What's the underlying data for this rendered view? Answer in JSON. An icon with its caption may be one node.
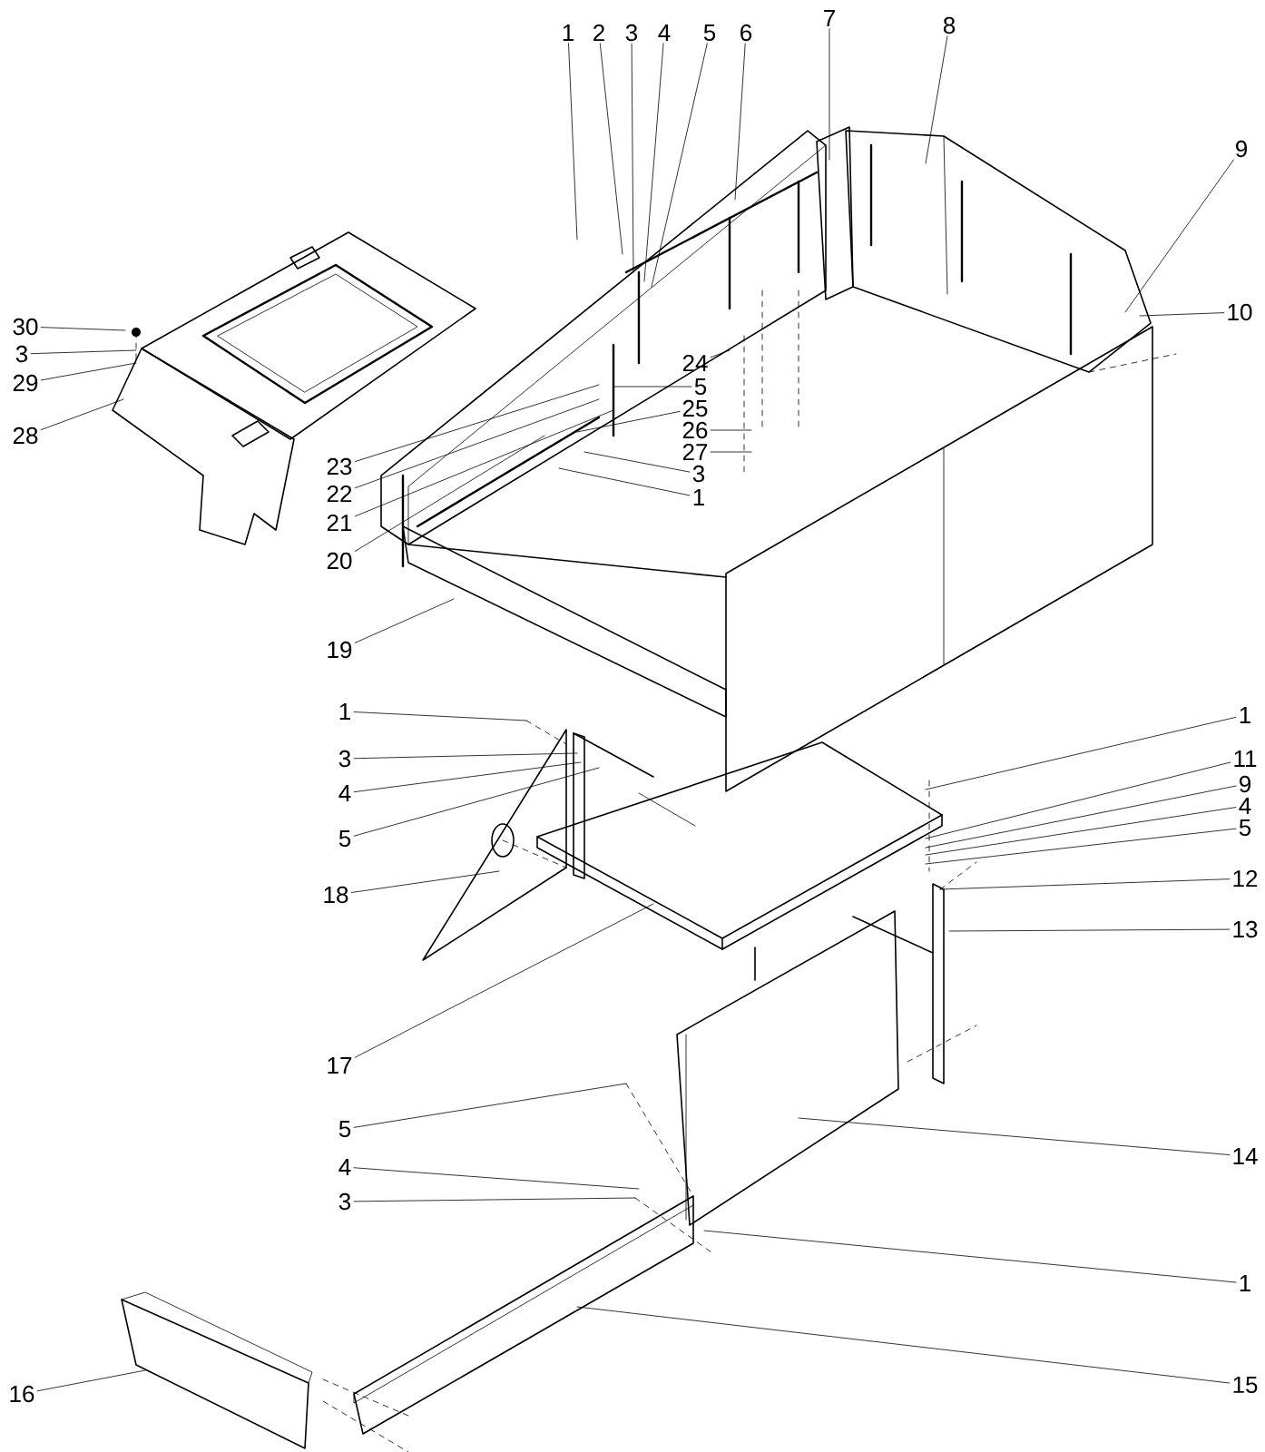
{
  "diagram": {
    "nodes": [
      {
        "text": [
          "1"
        ]
      },
      {
        "text": [
          "2"
        ]
      },
      {
        "text": [
          "3"
        ]
      },
      {
        "text": [
          "4"
        ]
      },
      {
        "text": [
          "5"
        ]
      },
      {
        "text": [
          "6"
        ]
      },
      {
        "text": [
          "7"
        ]
      },
      {
        "text": [
          "8"
        ]
      },
      {
        "text": [
          "9"
        ]
      },
      {
        "text": [
          "10"
        ]
      },
      {
        "text": [
          "30"
        ]
      },
      {
        "text": [
          "3"
        ]
      },
      {
        "text": [
          "29"
        ]
      },
      {
        "text": [
          "24"
        ]
      },
      {
        "text": [
          "5"
        ]
      },
      {
        "text": [
          "25"
        ]
      },
      {
        "text": [
          "28"
        ]
      },
      {
        "text": [
          "26"
        ]
      },
      {
        "text": [
          "23"
        ]
      },
      {
        "text": [
          "27"
        ]
      },
      {
        "text": [
          "22"
        ]
      },
      {
        "text": [
          "3"
        ]
      },
      {
        "text": [
          "21"
        ]
      },
      {
        "text": [
          "1"
        ]
      },
      {
        "text": [
          "20"
        ]
      },
      {
        "text": [
          "19"
        ]
      },
      {
        "text": [
          "1"
        ]
      },
      {
        "text": [
          "1"
        ]
      },
      {
        "text": [
          "3"
        ]
      },
      {
        "text": [
          "11"
        ]
      },
      {
        "text": [
          "9"
        ]
      },
      {
        "text": [
          "4"
        ]
      },
      {
        "text": [
          "4"
        ]
      },
      {
        "text": [
          "5"
        ]
      },
      {
        "text": [
          "5"
        ]
      },
      {
        "text": [
          "12"
        ]
      },
      {
        "text": [
          "18"
        ]
      },
      {
        "text": [
          "13"
        ]
      },
      {
        "text": [
          "17"
        ]
      },
      {
        "text": [
          "5"
        ]
      },
      {
        "text": [
          "14"
        ]
      },
      {
        "text": [
          "4"
        ]
      },
      {
        "text": [
          "3"
        ]
      },
      {
        "text": [
          "1"
        ]
      },
      {
        "text": [
          "16"
        ]
      },
      {
        "text": [
          "15"
        ]
      }
    ],
    "edges": [
      {
        "from": 0,
        "to": null,
        "arrow": "none"
      },
      {
        "from": 1,
        "to": null,
        "arrow": "none"
      },
      {
        "from": 2,
        "to": null,
        "arrow": "none"
      },
      {
        "from": 3,
        "to": null,
        "arrow": "none"
      },
      {
        "from": 4,
        "to": null,
        "arrow": "none"
      },
      {
        "from": 5,
        "to": null,
        "arrow": "none"
      },
      {
        "from": 6,
        "to": null,
        "arrow": "none"
      },
      {
        "from": 7,
        "to": null,
        "arrow": "none"
      },
      {
        "from": 8,
        "to": null,
        "arrow": "none"
      },
      {
        "from": 9,
        "to": null,
        "arrow": "none"
      },
      {
        "from": 10,
        "to": null,
        "arrow": "none"
      },
      {
        "from": 11,
        "to": null,
        "arrow": "none"
      },
      {
        "from": 12,
        "to": null,
        "arrow": "none"
      },
      {
        "from": 13,
        "to": null,
        "arrow": "none"
      },
      {
        "from": 14,
        "to": null,
        "arrow": "none"
      },
      {
        "from": 15,
        "to": null,
        "arrow": "none"
      },
      {
        "from": 16,
        "to": null,
        "arrow": "none"
      },
      {
        "from": 17,
        "to": null,
        "arrow": "none"
      },
      {
        "from": 18,
        "to": null,
        "arrow": "none"
      },
      {
        "from": 19,
        "to": null,
        "arrow": "none"
      },
      {
        "from": 20,
        "to": null,
        "arrow": "none"
      },
      {
        "from": 21,
        "to": null,
        "arrow": "none"
      },
      {
        "from": 22,
        "to": null,
        "arrow": "none"
      },
      {
        "from": 23,
        "to": null,
        "arrow": "none"
      },
      {
        "from": 24,
        "to": null,
        "arrow": "none"
      },
      {
        "from": 25,
        "to": null,
        "arrow": "none"
      },
      {
        "from": 26,
        "to": null,
        "arrow": "none"
      },
      {
        "from": 27,
        "to": null,
        "arrow": "none"
      },
      {
        "from": 28,
        "to": null,
        "arrow": "none"
      },
      {
        "from": 29,
        "to": null,
        "arrow": "none"
      },
      {
        "from": 30,
        "to": null,
        "arrow": "none"
      },
      {
        "from": 31,
        "to": null,
        "arrow": "none"
      },
      {
        "from": 32,
        "to": null,
        "arrow": "none"
      },
      {
        "from": 33,
        "to": null,
        "arrow": "none"
      },
      {
        "from": 34,
        "to": null,
        "arrow": "none"
      },
      {
        "from": 35,
        "to": null,
        "arrow": "none"
      },
      {
        "from": 36,
        "to": null,
        "arrow": "none"
      },
      {
        "from": 37,
        "to": null,
        "arrow": "none"
      },
      {
        "from": 38,
        "to": null,
        "arrow": "none"
      },
      {
        "from": 39,
        "to": null,
        "arrow": "none"
      },
      {
        "from": 40,
        "to": null,
        "arrow": "none"
      },
      {
        "from": 41,
        "to": null,
        "arrow": "none"
      },
      {
        "from": 42,
        "to": null,
        "arrow": "none"
      },
      {
        "from": 43,
        "to": null,
        "arrow": "none"
      },
      {
        "from": 44,
        "to": null,
        "arrow": "none"
      },
      {
        "from": 45,
        "to": null,
        "arrow": "none"
      }
    ]
  }
}
